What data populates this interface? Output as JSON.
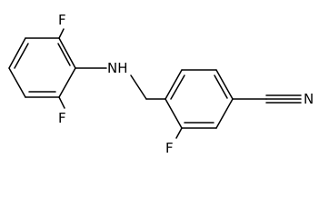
{
  "atoms": {
    "f_top": "F",
    "f_bottom_left": "F",
    "nh": "NH",
    "f_bottom_right": "F",
    "n_nitrile": "N"
  },
  "colors": {
    "bond": "#000000",
    "label": "#000000",
    "background": "#ffffff"
  }
}
